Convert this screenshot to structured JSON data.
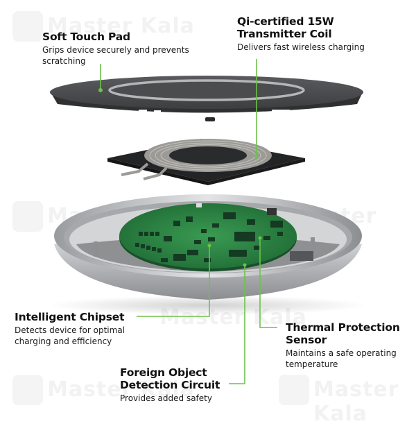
{
  "watermark": {
    "text": "Master Kala"
  },
  "colors": {
    "accent_line": "#6cc24a",
    "pcb_green": "#2f8a45",
    "pad_dark": "#4a4b4d",
    "silver": "#c8c9cb"
  },
  "callouts": [
    {
      "id": "soft-touch-pad",
      "title_lines": [
        "Soft Touch Pad"
      ],
      "description_lines": [
        "Grips device securely and prevents",
        "scratching"
      ]
    },
    {
      "id": "transmitter-coil",
      "title_lines": [
        "Qi-certified 15W",
        "Transmitter Coil"
      ],
      "description_lines": [
        "Delivers fast wireless charging"
      ]
    },
    {
      "id": "intelligent-chipset",
      "title_lines": [
        "Intelligent Chipset"
      ],
      "description_lines": [
        "Detects device for optimal",
        "charging and efficiency"
      ]
    },
    {
      "id": "thermal-sensor",
      "title_lines": [
        "Thermal Protection",
        "Sensor"
      ],
      "description_lines": [
        "Maintains a safe operating",
        "temperature"
      ]
    },
    {
      "id": "foreign-object",
      "title_lines": [
        "Foreign Object",
        "Detection Circuit"
      ],
      "description_lines": [
        "Provides added safety"
      ]
    }
  ]
}
